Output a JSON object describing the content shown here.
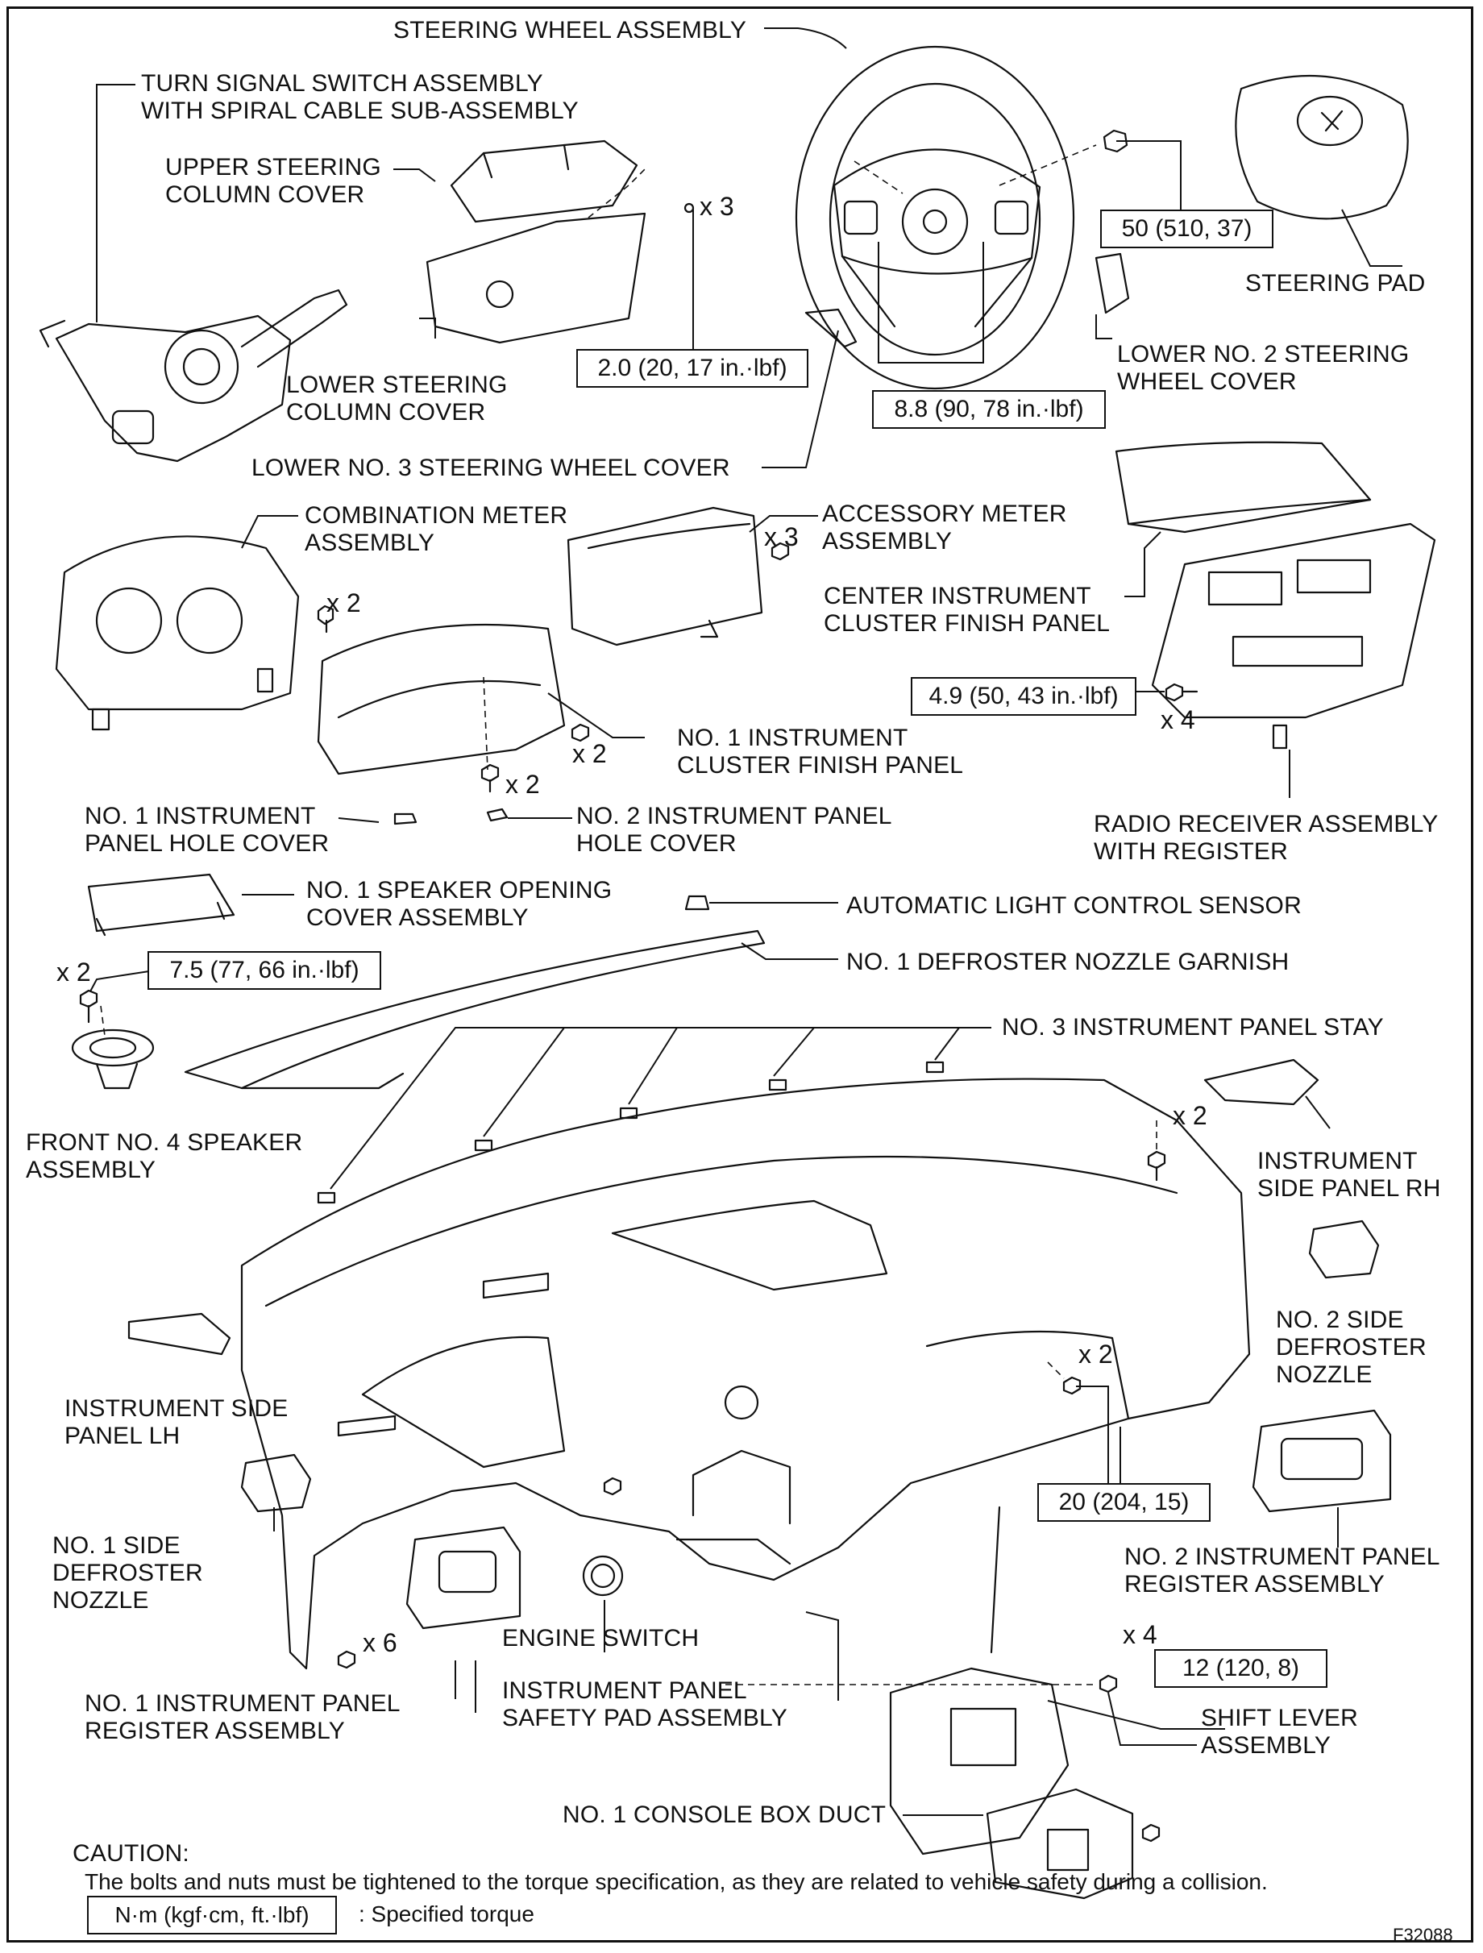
{
  "figure_id": "F32088",
  "labels": {
    "steering_wheel": "STEERING WHEEL ASSEMBLY",
    "turn_signal_1": "TURN SIGNAL SWITCH ASSEMBLY",
    "turn_signal_2": "WITH SPIRAL CABLE SUB-ASSEMBLY",
    "upper_cover_1": "UPPER STEERING",
    "upper_cover_2": "COLUMN COVER",
    "lower_cover_1": "LOWER STEERING",
    "lower_cover_2": "COLUMN COVER",
    "steering_pad": "STEERING PAD",
    "lower_no2_1": "LOWER NO. 2 STEERING",
    "lower_no2_2": "WHEEL COVER",
    "lower_no3": "LOWER NO. 3 STEERING WHEEL COVER",
    "combination_meter_1": "COMBINATION METER",
    "combination_meter_2": "ASSEMBLY",
    "accessory_meter_1": "ACCESSORY METER",
    "accessory_meter_2": "ASSEMBLY",
    "center_cluster_1": "CENTER INSTRUMENT",
    "center_cluster_2": "CLUSTER FINISH PANEL",
    "no1_cluster_1": "NO. 1 INSTRUMENT",
    "no1_cluster_2": "CLUSTER FINISH PANEL",
    "no1_hole_1": "NO. 1 INSTRUMENT",
    "no1_hole_2": "PANEL HOLE COVER",
    "no2_hole_1": "NO. 2 INSTRUMENT PANEL",
    "no2_hole_2": "HOLE COVER",
    "radio_1": "RADIO RECEIVER ASSEMBLY",
    "radio_2": "WITH REGISTER",
    "speaker_cover_1": "NO. 1 SPEAKER OPENING",
    "speaker_cover_2": "COVER ASSEMBLY",
    "light_sensor": "AUTOMATIC LIGHT CONTROL SENSOR",
    "defroster_garnish": "NO. 1 DEFROSTER NOZZLE GARNISH",
    "panel_stay": "NO. 3 INSTRUMENT PANEL STAY",
    "speaker_1": "FRONT NO. 4 SPEAKER",
    "speaker_2": "ASSEMBLY",
    "side_rh_1": "INSTRUMENT",
    "side_rh_2": "SIDE PANEL RH",
    "no2_side_def_1": "NO. 2 SIDE",
    "no2_side_def_2": "DEFROSTER",
    "no2_side_def_3": "NOZZLE",
    "side_lh_1": "INSTRUMENT SIDE",
    "side_lh_2": "PANEL LH",
    "no1_side_def_1": "NO. 1 SIDE",
    "no1_side_def_2": "DEFROSTER",
    "no1_side_def_3": "NOZZLE",
    "no2_register_1": "NO. 2 INSTRUMENT PANEL",
    "no2_register_2": "REGISTER ASSEMBLY",
    "engine_switch": "ENGINE SWITCH",
    "no1_register_1": "NO. 1 INSTRUMENT PANEL",
    "no1_register_2": "REGISTER ASSEMBLY",
    "safety_pad_1": "INSTRUMENT PANEL",
    "safety_pad_2": "SAFETY PAD ASSEMBLY",
    "shift_lever_1": "SHIFT LEVER",
    "shift_lever_2": "ASSEMBLY",
    "console_duct": "NO. 1 CONSOLE BOX DUCT"
  },
  "torques": {
    "pad": "50 (510, 37)",
    "column": "2.0 (20, 17 in.·lbf)",
    "wheel": "8.8 (90, 78 in.·lbf)",
    "radio": "4.9 (50, 43 in.·lbf)",
    "speaker": "7.5 (77, 66 in.·lbf)",
    "panel": "20 (204, 15)",
    "shift": "12 (120, 8)",
    "legend": "N·m (kgf·cm, ft.·lbf)"
  },
  "counts": {
    "x3": "x 3",
    "x2": "x 2",
    "x4": "x 4",
    "x6": "x 6"
  },
  "caution": {
    "title": "CAUTION:",
    "text": "The bolts and nuts must be tightened to the torque specification, as they are related to vehicle safety during a collision.",
    "legend_suffix": ": Specified torque"
  }
}
